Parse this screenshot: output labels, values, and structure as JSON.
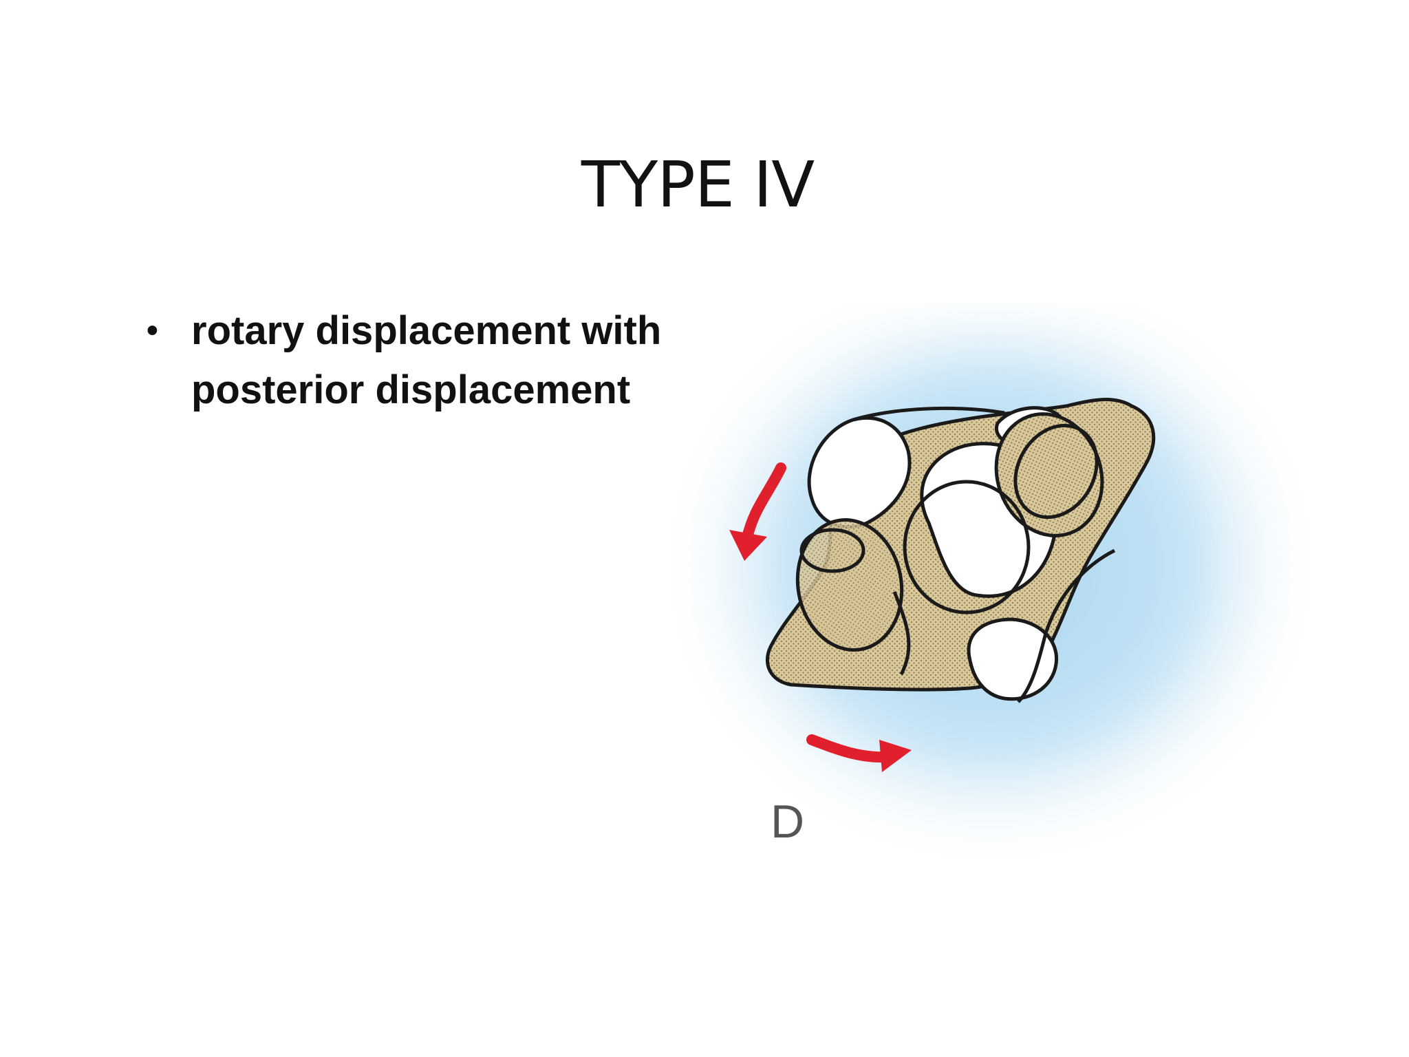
{
  "slide": {
    "title": "TYPE IV",
    "bullets": [
      "rotary displacement with posterior displacement"
    ]
  },
  "figure": {
    "label": "D",
    "colors": {
      "background_glow": "#bfe0f3",
      "bone_fill": "#d9c89a",
      "outline": "#1a1a1a",
      "arrow": "#e0202c"
    },
    "icons": [
      "rotation-arrow-icon",
      "rotation-arrow-icon"
    ]
  }
}
